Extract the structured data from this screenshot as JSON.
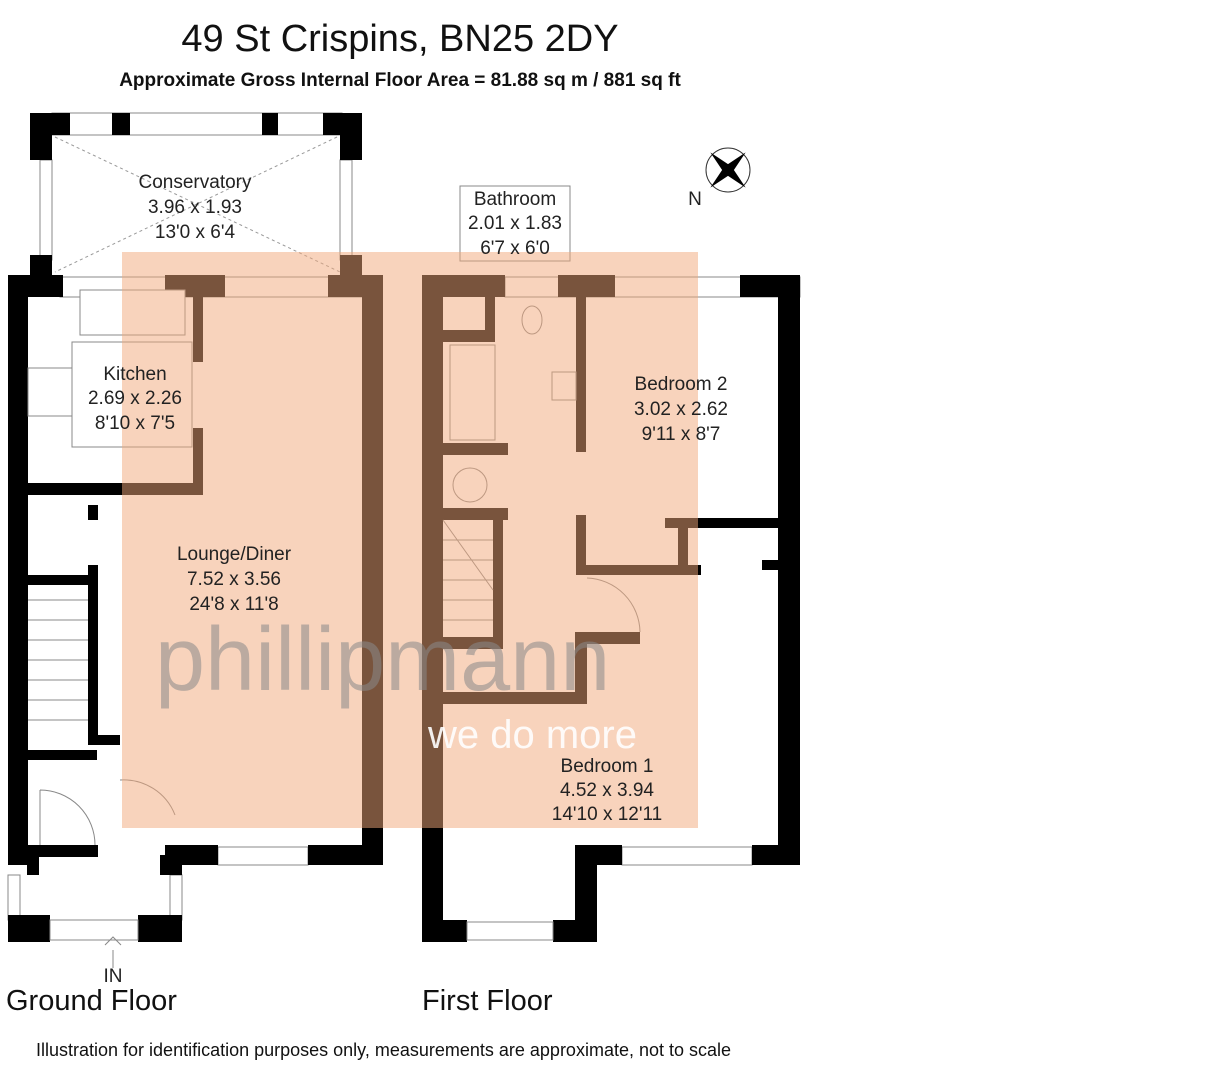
{
  "header": {
    "title": "49 St Crispins, BN25 2DY",
    "subtitle": "Approximate Gross Internal Floor Area = 81.88 sq m / 881 sq ft"
  },
  "rooms": [
    {
      "name": "Conservatory",
      "metric": "3.96 x 1.93",
      "imperial": "13'0 x 6'4"
    },
    {
      "name": "Kitchen",
      "metric": "2.69 x 2.26",
      "imperial": "8'10 x 7'5"
    },
    {
      "name": "Lounge/Diner",
      "metric": "7.52 x 3.56",
      "imperial": "24'8 x 11'8"
    },
    {
      "name": "Bathroom",
      "metric": "2.01 x 1.83",
      "imperial": "6'7 x 6'0"
    },
    {
      "name": "Bedroom 2",
      "metric": "3.02 x 2.62",
      "imperial": "9'11 x 8'7"
    },
    {
      "name": "Bedroom 1",
      "metric": "4.52 x 3.94",
      "imperial": "14'10 x 12'11"
    }
  ],
  "compass": {
    "label": "N"
  },
  "entrance": {
    "label": "IN"
  },
  "floors": {
    "ground": "Ground Floor",
    "first": "First Floor"
  },
  "watermark": {
    "brand": "phillipmann",
    "tagline": "we do more"
  },
  "footer": {
    "disclaimer": "Illustration for identification purposes only, measurements are approximate, not to scale"
  },
  "colors": {
    "wall": "#000000",
    "highlight": "#f2a87a"
  }
}
